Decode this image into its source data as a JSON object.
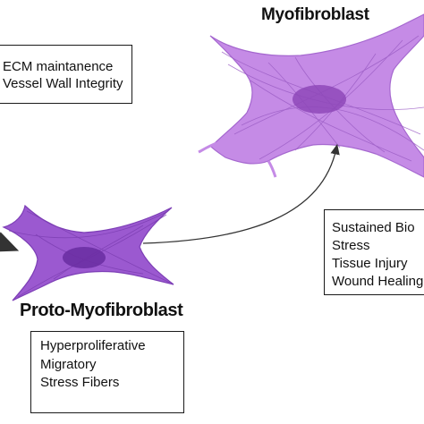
{
  "cells": {
    "myofibroblast": {
      "title": "Myofibroblast",
      "fill": "#c58be6",
      "dark": "#a567cf",
      "nucleus": "#8e48b8"
    },
    "proto": {
      "title": "Proto-Myofibroblast",
      "fill": "#9b59d0",
      "dark": "#7d3fb6",
      "nucleus": "#6b2fa3"
    }
  },
  "boxes": {
    "ecm": {
      "lines": [
        "ECM maintanence",
        "Vessel Wall Integrity"
      ]
    },
    "stress": {
      "lines": [
        "Sustained Bio",
        "Stress",
        "Tissue Injury",
        "Wound Healing"
      ]
    },
    "proto_traits": {
      "lines": [
        "Hyperproliferative",
        "Migratory",
        "Stress Fibers"
      ]
    }
  },
  "arrow_color": "#333333"
}
